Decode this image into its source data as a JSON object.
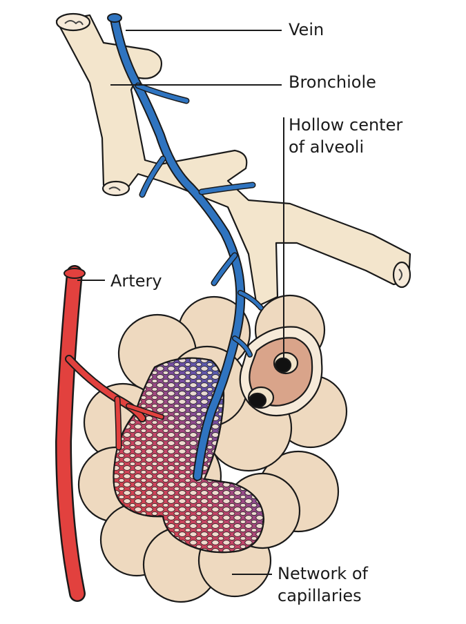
{
  "labels": {
    "vein": "Vein",
    "bronchiole": "Bronchiole",
    "hollow_center_line1": "Hollow center",
    "hollow_center_line2": "of alveoli",
    "artery": "Artery",
    "network_line1": "Network of",
    "network_line2": "capillaries"
  },
  "colors": {
    "vein": "#2f74c0",
    "artery": "#e2413e",
    "alveoli": "#eed9bf",
    "bronchiole": "#f3e5cc",
    "outline": "#1a1a1a",
    "capillary_mix": "#8a4e9c"
  }
}
